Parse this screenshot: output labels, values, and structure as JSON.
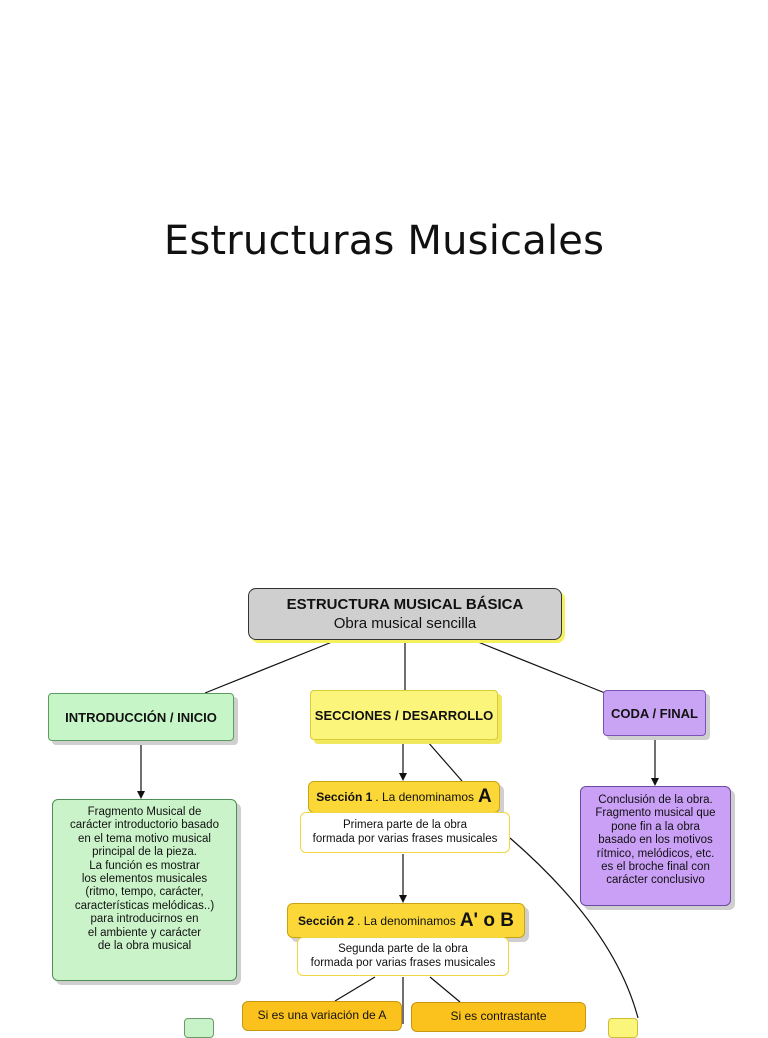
{
  "title": "Estructuras Musicales",
  "diagram": {
    "root": {
      "title": "ESTRUCTURA MUSICAL BÁSICA",
      "subtitle": "Obra musical sencilla"
    },
    "intro": {
      "label": "INTRODUCCIÓN / INICIO",
      "description": [
        "Fragmento Musical de",
        "carácter introductorio basado",
        "en el tema motivo musical",
        "principal de la pieza.",
        "La función es mostrar",
        "los elementos musicales",
        "(ritmo, tempo, carácter,",
        "características melódicas..)",
        "para   introducirnos en",
        "el  ambiente y  carácter",
        "de la obra musical"
      ]
    },
    "sections": {
      "label": "SECCIONES / DESARROLLO",
      "section1": {
        "bold": "Sección 1",
        "text": ". La denominamos",
        "letter": "A",
        "description": [
          "Primera parte de la obra",
          "formada por varias frases musicales"
        ]
      },
      "section2": {
        "bold": "Sección 2",
        "text": ". La denominamos",
        "letter": "A' o B",
        "description": [
          "Segunda parte de la obra",
          "formada por varias frases musicales"
        ]
      },
      "variation": "Si es una variación de A",
      "contrast": "Si es contrastante"
    },
    "coda": {
      "label": "CODA / FINAL",
      "description": [
        "Conclusión de la obra.",
        "Fragmento musical que",
        "pone fin a la obra",
        "basado en los motivos",
        "rítmico, melódicos, etc.",
        "es el broche final con",
        "carácter conclusivo"
      ]
    },
    "colors": {
      "root": "#cfcfcf",
      "intro": "#c6f5c8",
      "sections": "#fbf57c",
      "section_box": "#fbd838",
      "branch": "#fbc21d",
      "coda": "#c9a4f4"
    }
  }
}
